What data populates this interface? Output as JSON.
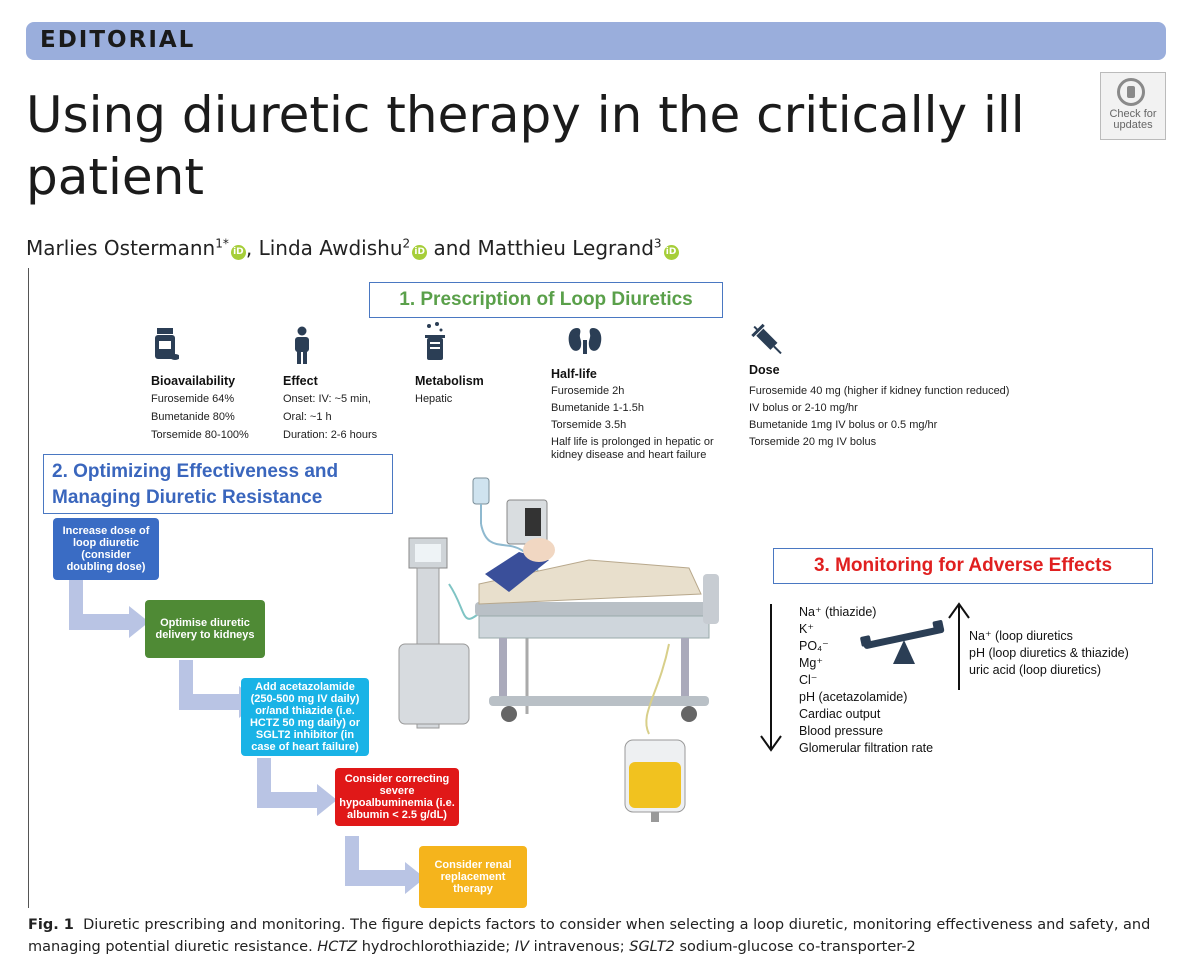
{
  "section_label": "EDITORIAL",
  "title": "Using diuretic therapy in the critically ill patient",
  "check_updates": "Check for updates",
  "authors": [
    {
      "name": "Marlies Ostermann",
      "sup": "1*"
    },
    {
      "name": "Linda Awdishu",
      "sup": "2"
    },
    {
      "name": "Matthieu Legrand",
      "sup": "3"
    }
  ],
  "authors_sep1": ", ",
  "authors_sep2": " and ",
  "orcid_label": "iD",
  "figure": {
    "heading1": "1. Prescription of Loop Diuretics",
    "heading2": "2. Optimizing Effectiveness and Managing Diuretic Resistance",
    "heading3": "3. Monitoring for Adverse Effects",
    "bioavailability": {
      "title": "Bioavailability",
      "lines": [
        "Furosemide 64%",
        "Bumetanide 80%",
        "Torsemide 80-100%"
      ]
    },
    "effect": {
      "title": "Effect",
      "lines": [
        "Onset: IV: ~5 min,",
        "Oral: ~1 h",
        "Duration: 2-6 hours"
      ]
    },
    "metabolism": {
      "title": "Metabolism",
      "lines": [
        "Hepatic"
      ]
    },
    "half_life": {
      "title": "Half-life",
      "lines": [
        "Furosemide 2h",
        "Bumetanide 1-1.5h",
        "Torsemide 3.5h",
        "Half life is prolonged in hepatic or",
        "kidney disease and heart failure"
      ]
    },
    "dose": {
      "title": "Dose",
      "lines": [
        "Furosemide 40 mg  (higher if kidney function reduced)",
        "IV bolus or 2-10 mg/hr",
        "Bumetanide 1mg IV bolus or 0.5 mg/hr",
        "Torsemide 20 mg IV bolus"
      ]
    },
    "steps": [
      {
        "text": "Increase dose of loop diuretic (consider doubling dose)",
        "color": "#3a6cc4"
      },
      {
        "text": "Optimise diuretic delivery to kidneys",
        "color": "#4f8a35"
      },
      {
        "text": "Add acetazolamide (250-500 mg IV daily) or/and thiazide (i.e. HCTZ 50 mg daily) or SGLT2 inhibitor (in case of heart failure)",
        "color": "#19b3e6"
      },
      {
        "text": "Consider correcting severe hypoalbuminemia (i.e. albumin < 2.5 g/dL)",
        "color": "#e01818"
      },
      {
        "text": "Consider renal replacement therapy",
        "color": "#f5b41c"
      }
    ],
    "decrease_list": [
      "Na⁺ (thiazide)",
      "K⁺",
      "PO₄⁻",
      "Mg⁺",
      "Cl⁻",
      "pH (acetazolamide)",
      "Cardiac output",
      "Blood pressure",
      "Glomerular filtration rate"
    ],
    "increase_list": [
      "Na⁺ (loop diuretics",
      "pH (loop diuretics & thiazide)",
      "uric acid (loop diuretics)"
    ]
  },
  "caption": {
    "label": "Fig. 1",
    "text": "Diuretic prescribing and monitoring. The figure depicts factors to consider when selecting a loop diuretic, monitoring effectiveness and safety, and managing potential diuretic resistance.",
    "abbrevs": [
      {
        "abbr": "HCTZ",
        "def": "hydrochlorothiazide"
      },
      {
        "abbr": "IV",
        "def": "intravenous"
      },
      {
        "abbr": "SGLT2",
        "def": "sodium-glucose co-transporter-2"
      }
    ]
  }
}
